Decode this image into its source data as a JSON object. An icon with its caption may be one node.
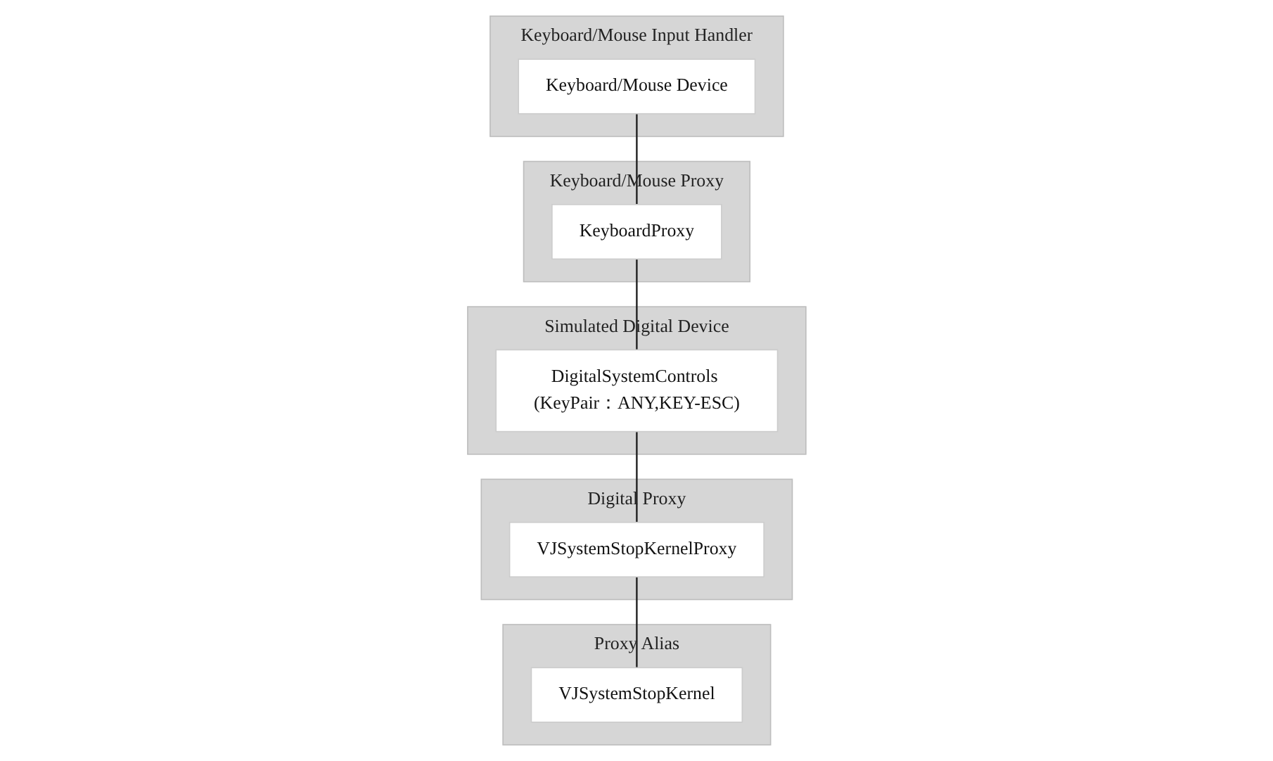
{
  "diagram": {
    "nodes": [
      {
        "text": [
          "Keyboard/Mouse Input Handler"
        ]
      },
      {
        "text": [
          "Keyboard/Mouse Device"
        ],
        "in": 0
      },
      {
        "text": [
          "Keyboard/Mouse Proxy"
        ]
      },
      {
        "text": [
          "KeyboardProxy"
        ],
        "in": 2
      },
      {
        "text": [
          "Simulated Digital Device"
        ]
      },
      {
        "text": [
          "DigitalSystemControls (KeyPair：ANY,KEY-ESC)"
        ],
        "in": 4
      },
      {
        "text": [
          "Digital Proxy"
        ]
      },
      {
        "text": [
          "VJSystemStopKernelProxy"
        ],
        "in": 6
      },
      {
        "text": [
          "Proxy Alias"
        ]
      },
      {
        "text": [
          "VJSystemStopKernel"
        ],
        "in": 8
      }
    ],
    "edges": [
      {
        "from": 1,
        "to": 3,
        "arrow": "none"
      },
      {
        "from": 3,
        "to": 5,
        "arrow": "none"
      },
      {
        "from": 5,
        "to": 7,
        "arrow": "none"
      },
      {
        "from": 7,
        "to": 9,
        "arrow": "none"
      }
    ]
  }
}
